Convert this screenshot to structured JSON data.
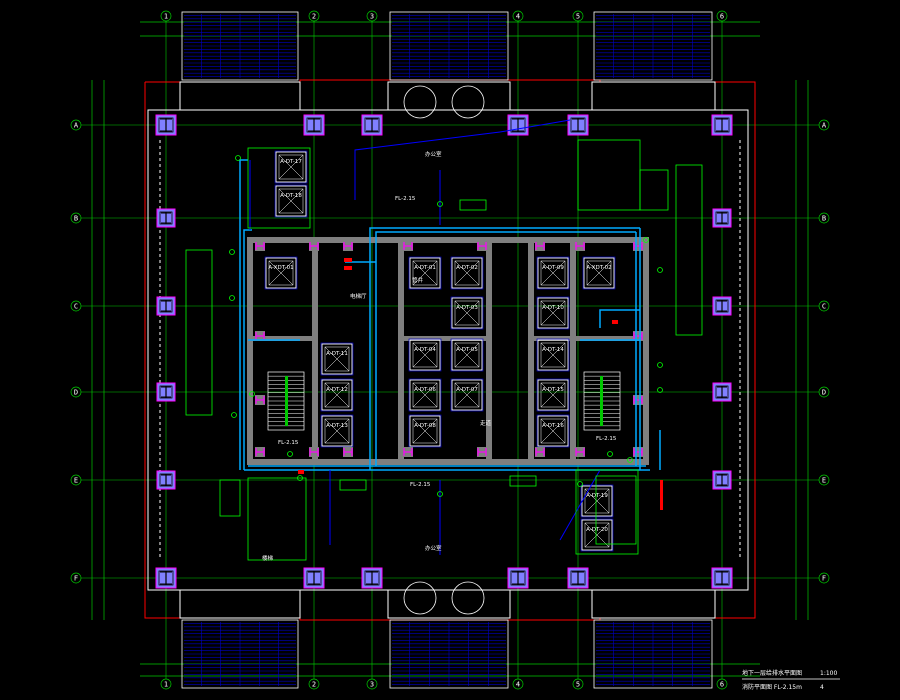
{
  "drawing": {
    "title_line_1": "地下一层给排水平面图",
    "title_scale_1": "1:100",
    "title_line_2": "消防平面图 FL-2.15m",
    "title_scale_2": "4"
  },
  "grid_labels": {
    "top": [
      "1",
      "2",
      "3",
      "4",
      "5",
      "6"
    ],
    "left": [
      "A",
      "B",
      "C",
      "D",
      "E",
      "F"
    ],
    "right": [
      "A",
      "B",
      "C",
      "D",
      "E",
      "F"
    ],
    "bottom": [
      "1",
      "2",
      "3",
      "4",
      "5",
      "6"
    ]
  },
  "elevators": {
    "north_top": [
      "A-DT-17",
      "A-DT-18"
    ],
    "left_bank": [
      "A-XDT-01",
      "A-DT-11",
      "A-DT-12",
      "A-DT-13"
    ],
    "center_bank": [
      "A-DT-01",
      "A-DT-02",
      "A-DT-03",
      "A-DT-04",
      "A-DT-05",
      "A-DT-06",
      "A-DT-07",
      "A-DT-08"
    ],
    "right_bank": [
      "A-XDT-02",
      "A-DT-09",
      "A-DT-10",
      "A-DT-14",
      "A-DT-15",
      "A-DT-16"
    ],
    "south_bottom": [
      "A-DT-19",
      "A-DT-20"
    ]
  },
  "room_tags": {
    "corridor": "走道",
    "stair": "楼梯",
    "shaft": "管井",
    "lobby": "电梯厅",
    "office_north": "办公室",
    "office_south": "办公室"
  },
  "elevation_tags": [
    "FL-2.15",
    "FL-2.15",
    "FL-2.15",
    "FL-2.15"
  ],
  "colors": {
    "background": "#000000",
    "gridline": "#00c800",
    "wall": "#ffffff",
    "column_fill": "#8080ff",
    "column_stroke": "#ff00ff",
    "core": "#7f7f7f",
    "pipe": "#00aaff",
    "pipe_dark": "#0000ff",
    "balcony": "#0000c0",
    "outline_red": "#ff0000",
    "annotation_green": "#00ff00"
  }
}
